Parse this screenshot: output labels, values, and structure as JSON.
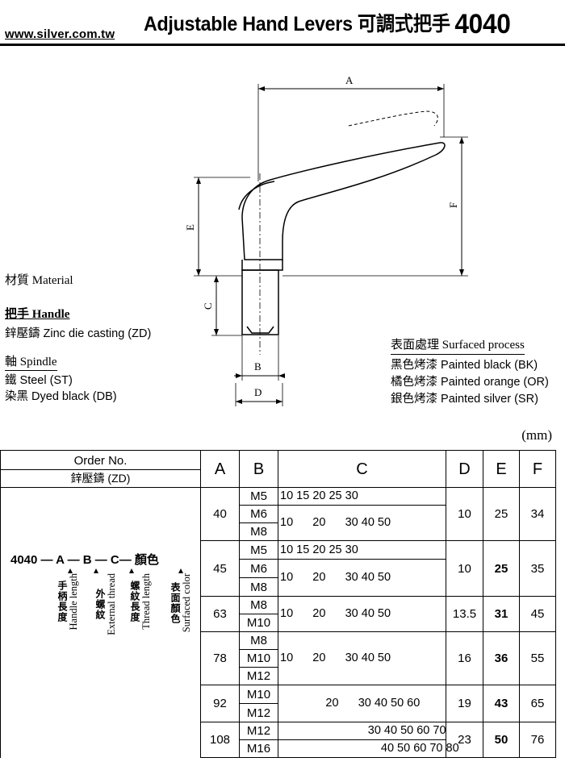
{
  "header": {
    "url": "www.silver.com.tw",
    "title_en": "Adjustable Hand Levers",
    "title_cn": "可調式把手",
    "title_code": "4040"
  },
  "drawing": {
    "dim_labels": [
      "A",
      "E",
      "F",
      "C",
      "B",
      "D"
    ]
  },
  "material": {
    "heading": "材質 Material",
    "handle_heading": "把手 Handle",
    "handle_value": "鋅壓鑄 Zinc die casting (ZD)",
    "spindle_heading": "軸 Spindle",
    "spindle_values": [
      "鐵 Steel (ST)",
      "染黑 Dyed black  (DB)"
    ]
  },
  "surface": {
    "heading": "表面處理 Surfaced process",
    "items": [
      "黑色烤漆 Painted black (BK)",
      "橘色烤漆 Painted orange (OR)",
      "銀色烤漆 Painted silver (SR)"
    ]
  },
  "unit": "(mm)",
  "table": {
    "order_no": "Order No.",
    "order_sub": "鋅壓鑄 (ZD)",
    "col_headers": [
      "A",
      "B",
      "C",
      "D",
      "E",
      "F"
    ],
    "order_code": "4040 — A — B — C— 顏色",
    "order_legend": [
      {
        "cn": "手柄長度",
        "en": "Handle length"
      },
      {
        "cn": "外螺紋",
        "en": "External thread"
      },
      {
        "cn": "螺紋長度",
        "en": "Thread length"
      },
      {
        "cn": "表面顏色",
        "en": "Surfaced color"
      }
    ],
    "groups": [
      {
        "A": "40",
        "D": "10",
        "E": "25",
        "F": "34",
        "rows": [
          {
            "B": "M5",
            "C": "10 15 20 25 30"
          },
          {
            "B": "M6",
            "C": "10      20      30 40 50"
          },
          {
            "B": "M8",
            "C": ""
          }
        ]
      },
      {
        "A": "45",
        "D": "10",
        "E": "25",
        "F": "35",
        "rows": [
          {
            "B": "M5",
            "C": "10 15 20 25 30"
          },
          {
            "B": "M6",
            "C": "10      20      30 40 50"
          },
          {
            "B": "M8",
            "C": ""
          }
        ]
      },
      {
        "A": "63",
        "D": "13.5",
        "E": "31",
        "F": "45",
        "rows": [
          {
            "B": "M8",
            "C": "10      20      30 40 50"
          },
          {
            "B": "M10",
            "C": ""
          }
        ]
      },
      {
        "A": "78",
        "D": "16",
        "E": "36",
        "F": "55",
        "rows": [
          {
            "B": "M8",
            "C": "10      20      30 40 50"
          },
          {
            "B": "M10",
            "C": ""
          },
          {
            "B": "M12",
            "C": ""
          }
        ]
      },
      {
        "A": "92",
        "D": "19",
        "E": "43",
        "F": "65",
        "rows": [
          {
            "B": "M10",
            "C": "              20      30 40 50 60"
          },
          {
            "B": "M12",
            "C": ""
          }
        ]
      },
      {
        "A": "108",
        "D": "23",
        "E": "50",
        "F": "76",
        "rows": [
          {
            "B": "M12",
            "C": "                           30 40 50 60 70"
          },
          {
            "B": "M16",
            "C": "                               40 50 60 70 80"
          }
        ]
      }
    ]
  }
}
